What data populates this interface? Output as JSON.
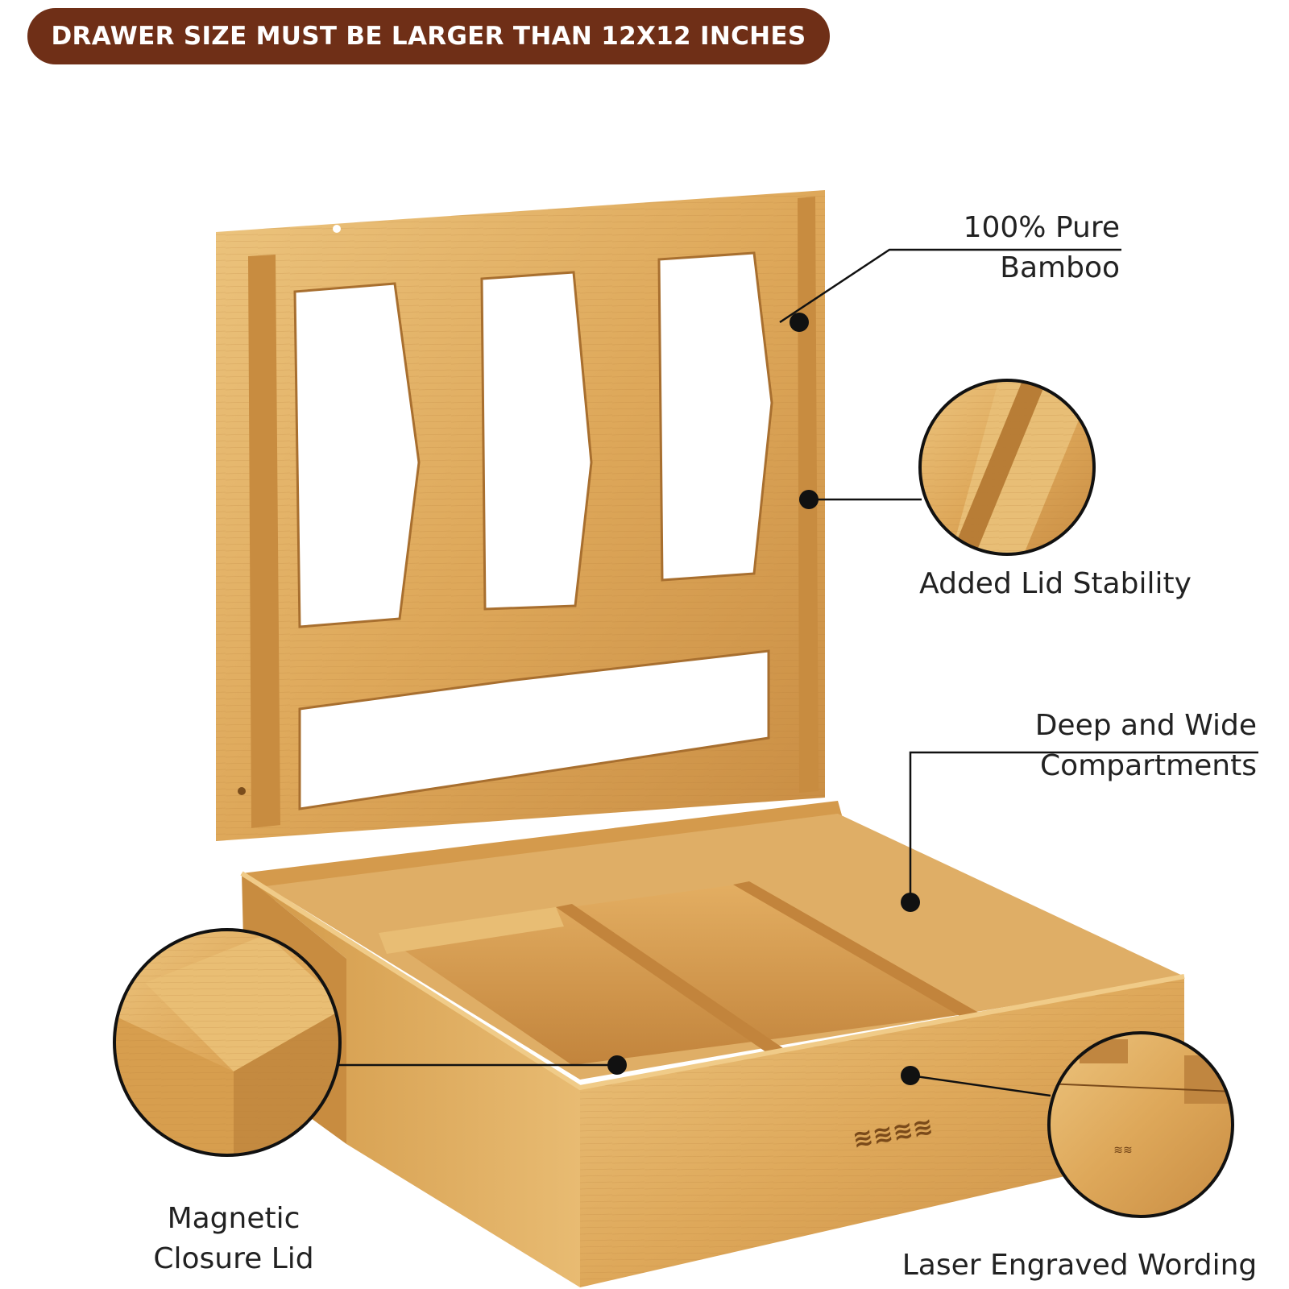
{
  "banner": {
    "text": "DRAWER SIZE MUST BE LARGER THAN 12X12 INCHES"
  },
  "colors": {
    "banner_bg": "#6f2f17",
    "banner_text": "#ffffff",
    "bamboo_light": "#e6b86a",
    "bamboo_mid": "#d9a150",
    "bamboo_dark": "#b9803a",
    "callout_line": "#111111"
  },
  "callouts": [
    {
      "id": "bamboo",
      "lines": [
        "100% Pure",
        "Bamboo"
      ]
    },
    {
      "id": "stability",
      "lines": [
        "Added Lid Stability"
      ]
    },
    {
      "id": "compartments",
      "lines": [
        "Deep and Wide",
        "Compartments"
      ]
    },
    {
      "id": "magnetic",
      "lines": [
        "Magnetic",
        "Closure Lid"
      ]
    },
    {
      "id": "laser",
      "lines": [
        "Laser Engraved Wording"
      ]
    }
  ]
}
